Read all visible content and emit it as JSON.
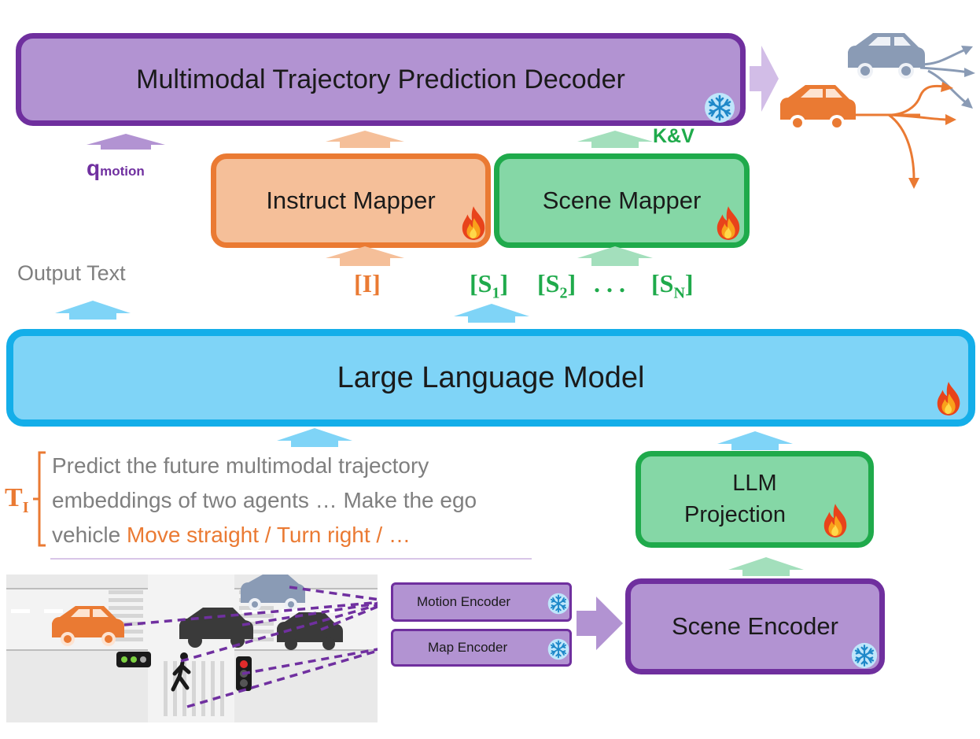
{
  "decoder": {
    "label": "Multimodal Trajectory Prediction Decoder"
  },
  "instruct_mapper": {
    "label": "Instruct Mapper"
  },
  "scene_mapper": {
    "label": "Scene Mapper"
  },
  "kv_label": "K&V",
  "q_motion": {
    "main": "q",
    "sub": "motion"
  },
  "output_text": "Output Text",
  "tokens": {
    "instruct": "[I]",
    "s1": {
      "open": "[S",
      "sub": "1",
      "close": "]"
    },
    "s2": {
      "open": "[S",
      "sub": "2",
      "close": "]"
    },
    "dots": ". . .",
    "sn": {
      "open": "[S",
      "sub": "N",
      "close": "]"
    }
  },
  "llm": {
    "label": "Large Language Model"
  },
  "ti_label": {
    "main": "T",
    "sub": "I"
  },
  "prompt": {
    "line1": "Predict the future multimodal trajectory",
    "line2": "embeddings of two agents … Make the ego",
    "line3_prefix": "vehicle ",
    "line3_highlight": "Move straight / Turn right / …"
  },
  "llm_projection": {
    "line1": "LLM",
    "line2": "Projection"
  },
  "motion_encoder": {
    "label": "Motion Encoder"
  },
  "map_encoder": {
    "label": "Map Encoder"
  },
  "scene_encoder": {
    "label": "Scene Encoder"
  },
  "icons": {
    "frozen": "snowflake-icon",
    "trainable": "flame-icon"
  },
  "colors": {
    "purple_fill": "#b293d2",
    "purple_border": "#6f2f9e",
    "orange_fill": "#f5bf99",
    "orange_border": "#ea7a33",
    "green_fill": "#85d7a6",
    "green_border": "#1faa4b",
    "blue_fill": "#7fd4f7",
    "blue_border": "#14aee9"
  }
}
